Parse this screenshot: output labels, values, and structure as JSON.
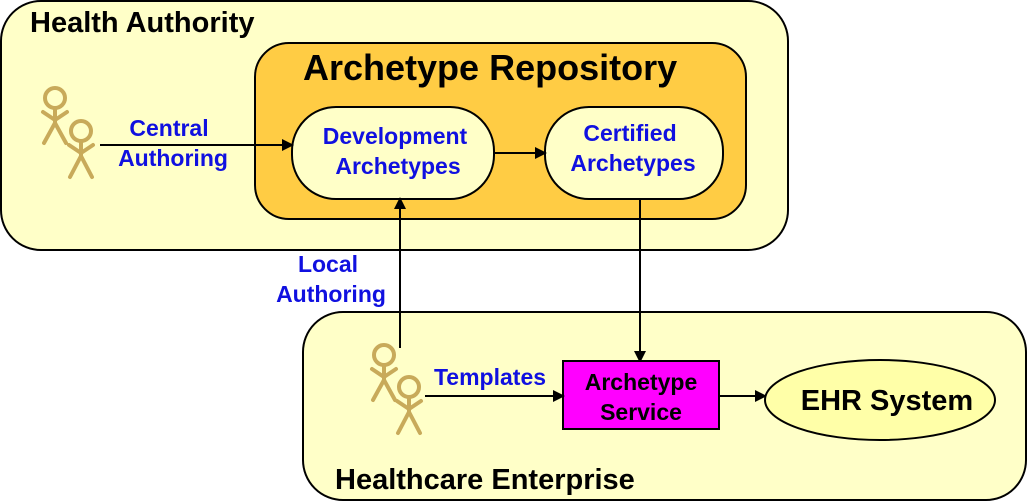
{
  "colors": {
    "authority_fill": "#ffffc8",
    "repository_fill": "#ffcc44",
    "node_fill": "#ffffc8",
    "service_fill": "#ff00ff",
    "ehr_fill": "#ffffa8",
    "actor": "#c8aa5a",
    "blue_text": "#1010e0"
  },
  "regions": {
    "health_authority": "Health Authority",
    "archetype_repository": "Archetype Repository",
    "healthcare_enterprise": "Healthcare Enterprise"
  },
  "nodes": {
    "development_archetypes": [
      "Development",
      "Archetypes"
    ],
    "certified_archetypes": [
      "Certified",
      "Archetypes"
    ],
    "archetype_service": [
      "Archetype",
      "Service"
    ],
    "ehr_system": "EHR System"
  },
  "flows": {
    "central_authoring": [
      "Central",
      "Authoring"
    ],
    "local_authoring": [
      "Local",
      "Authoring"
    ],
    "templates": "Templates"
  },
  "icons": {
    "actor": "person-icon"
  }
}
